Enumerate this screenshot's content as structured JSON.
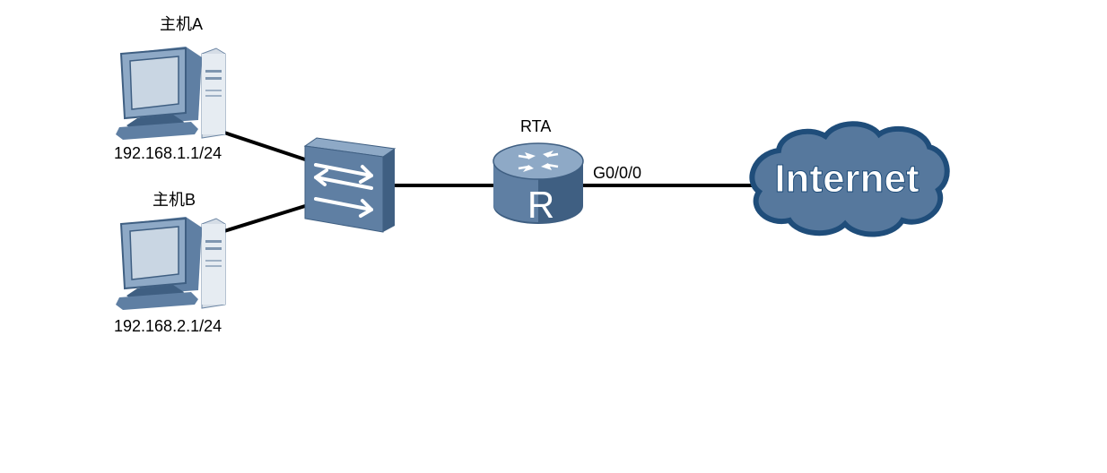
{
  "hosts": [
    {
      "name": "主机A",
      "ip": "192.168.1.1/24"
    },
    {
      "name": "主机B",
      "ip": "192.168.2.1/24"
    }
  ],
  "switch": {
    "icon": "switch-icon"
  },
  "router": {
    "name": "RTA",
    "port": "G0/0/0",
    "glyph": "R",
    "icon": "router-icon"
  },
  "cloud": {
    "label": "Internet",
    "icon": "cloud-icon"
  },
  "colors": {
    "device_blue": "#5f7fa3",
    "device_dark": "#3f5f82",
    "device_light": "#8ea9c6",
    "cloud_fill": "#56789d",
    "cloud_outline": "#1f4d7a",
    "link": "#000000"
  }
}
